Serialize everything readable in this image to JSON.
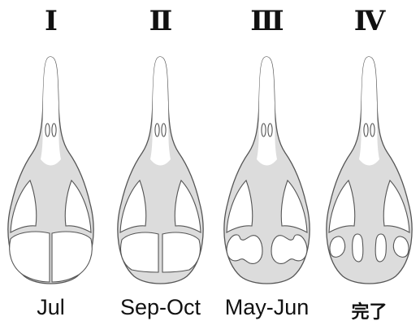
{
  "stages": [
    {
      "numeral": "Ⅰ",
      "caption": "Jul"
    },
    {
      "numeral": "Ⅱ",
      "caption": "Sep-Oct"
    },
    {
      "numeral": "Ⅲ",
      "caption": "May-Jun"
    },
    {
      "numeral": "Ⅳ",
      "caption": "完了"
    }
  ]
}
